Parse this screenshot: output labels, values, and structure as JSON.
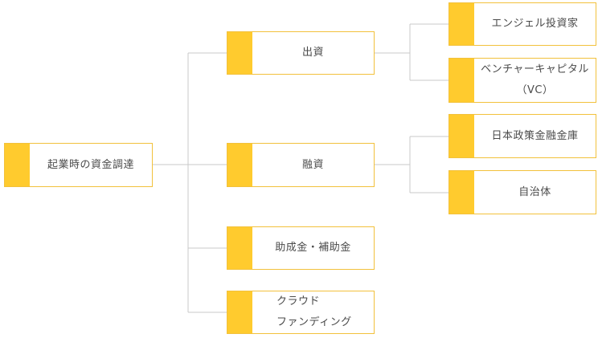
{
  "diagram": {
    "colors": {
      "accent": "#ffcb2e",
      "border": "#f2c13c",
      "connector": "#c8c8c8",
      "text": "#4a4a4a"
    },
    "root": {
      "label": "起業時の資金調達"
    },
    "branches": {
      "investment": {
        "label": "出資"
      },
      "loan": {
        "label": "融資"
      },
      "subsidy": {
        "label": "助成金・補助金"
      },
      "crowdfunding": {
        "label": "クラウド\nファンディング"
      }
    },
    "leaves": {
      "angel": {
        "label": "エンジェル投資家"
      },
      "vc": {
        "label": "ベンチャーキャピタル\n（VC）"
      },
      "jfc": {
        "label": "日本政策金融金庫"
      },
      "local_gov": {
        "label": "自治体"
      }
    }
  }
}
